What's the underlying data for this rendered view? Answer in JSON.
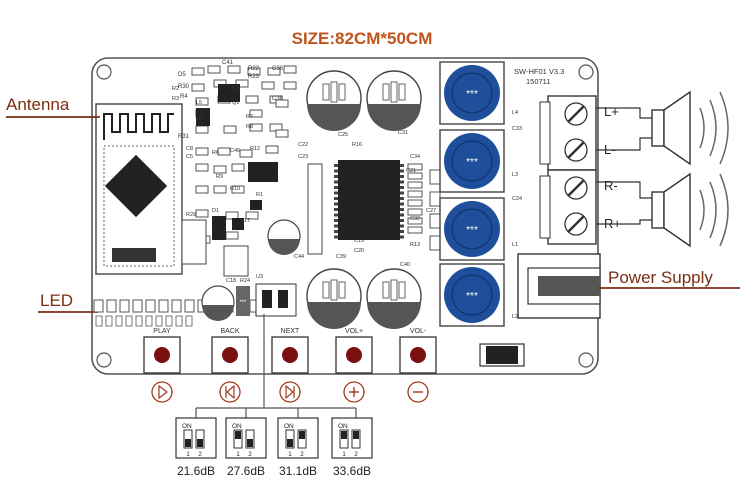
{
  "title": "SIZE:82CM*50CM",
  "board_label": "SW-HF01 V3.3",
  "board_date": "150711",
  "callouts": {
    "antenna": "Antenna",
    "led": "LED",
    "power_supply": "Power Supply"
  },
  "speaker_terminals": [
    "L+",
    "L-",
    "R-",
    "R+"
  ],
  "buttons": [
    {
      "label": "PLAY",
      "icon": "play-icon"
    },
    {
      "label": "BACK",
      "icon": "previous-icon"
    },
    {
      "label": "NEXT",
      "icon": "next-icon"
    },
    {
      "label": "VOL+",
      "icon": "plus-icon"
    },
    {
      "label": "VOL-",
      "icon": "minus-icon"
    }
  ],
  "gain_settings": [
    "21.6dB",
    "27.6dB",
    "31.1dB",
    "33.6dB"
  ],
  "switch_text": {
    "on": "ON",
    "one": "1",
    "two": "2"
  },
  "inductor_marking": "***",
  "resistor_marking": "***",
  "component_labels": {
    "top": [
      "C41",
      "R22",
      "C36",
      "D5",
      "R30",
      "R4",
      "R31",
      "R23",
      "C38"
    ],
    "misc": [
      "C25",
      "C31",
      "R16",
      "C22",
      "C23",
      "C46",
      "R12",
      "R8",
      "R7",
      "C8",
      "C5",
      "R6",
      "R9",
      "R10",
      "R1",
      "R29",
      "D1",
      "C17",
      "C19",
      "C20",
      "C44",
      "C39",
      "C40",
      "C18",
      "R24",
      "U3",
      "C33",
      "C34",
      "C32",
      "C27",
      "C24",
      "C21",
      "R13",
      "L1",
      "L2",
      "L3",
      "L4",
      "L5",
      "Q1",
      "Q2",
      "Q3",
      "R2",
      "R3"
    ]
  },
  "colors": {
    "inductor": "#1f4f9a",
    "button": "#7a1010",
    "callout_text": "#7a2e12",
    "title_text": "#c0541a",
    "board_outline": "#555555"
  }
}
